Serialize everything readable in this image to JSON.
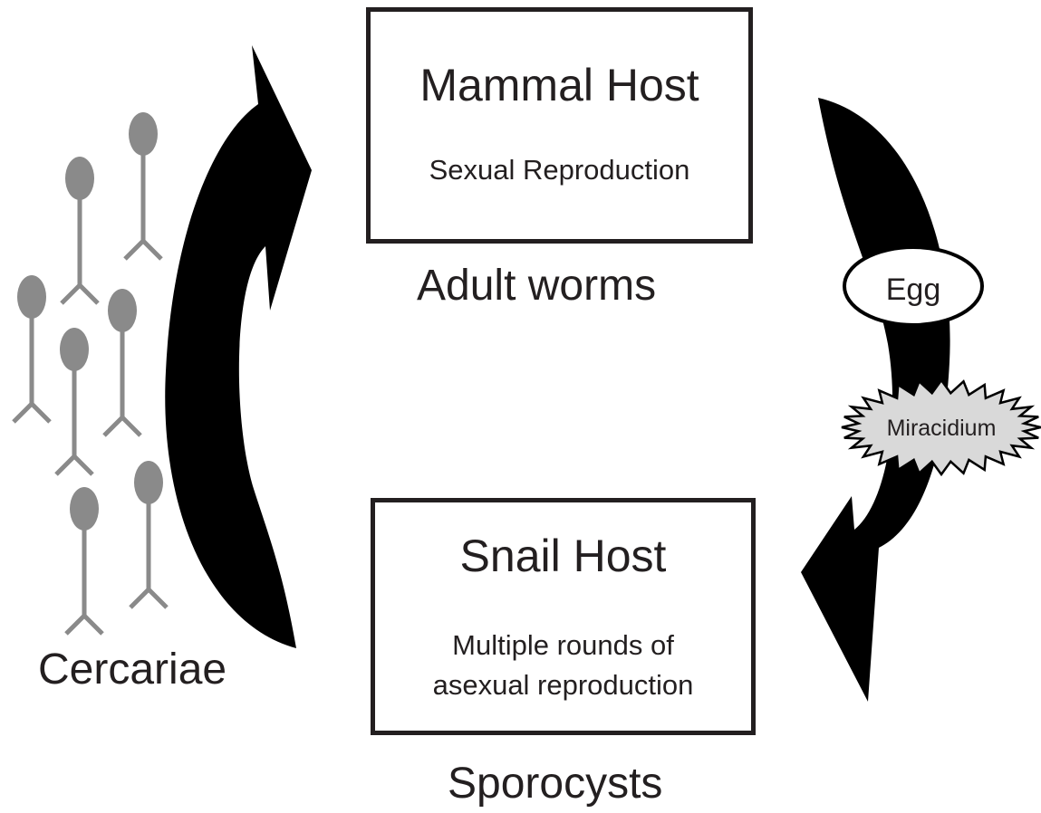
{
  "diagram": {
    "mammal_host": {
      "title": "Mammal Host",
      "subtitle": "Sexual Reproduction",
      "stage_label": "Adult worms"
    },
    "snail_host": {
      "title": "Snail Host",
      "subtitle_line1": "Multiple rounds of",
      "subtitle_line2": "asexual reproduction",
      "stage_label": "Sporocysts"
    },
    "cercariae_label": "Cercariae",
    "egg_label": "Egg",
    "miracidium_label": "Miracidium",
    "colors": {
      "arrow": "#000000",
      "cercaria": "#8a8a8a",
      "outline": "#231f20"
    }
  }
}
